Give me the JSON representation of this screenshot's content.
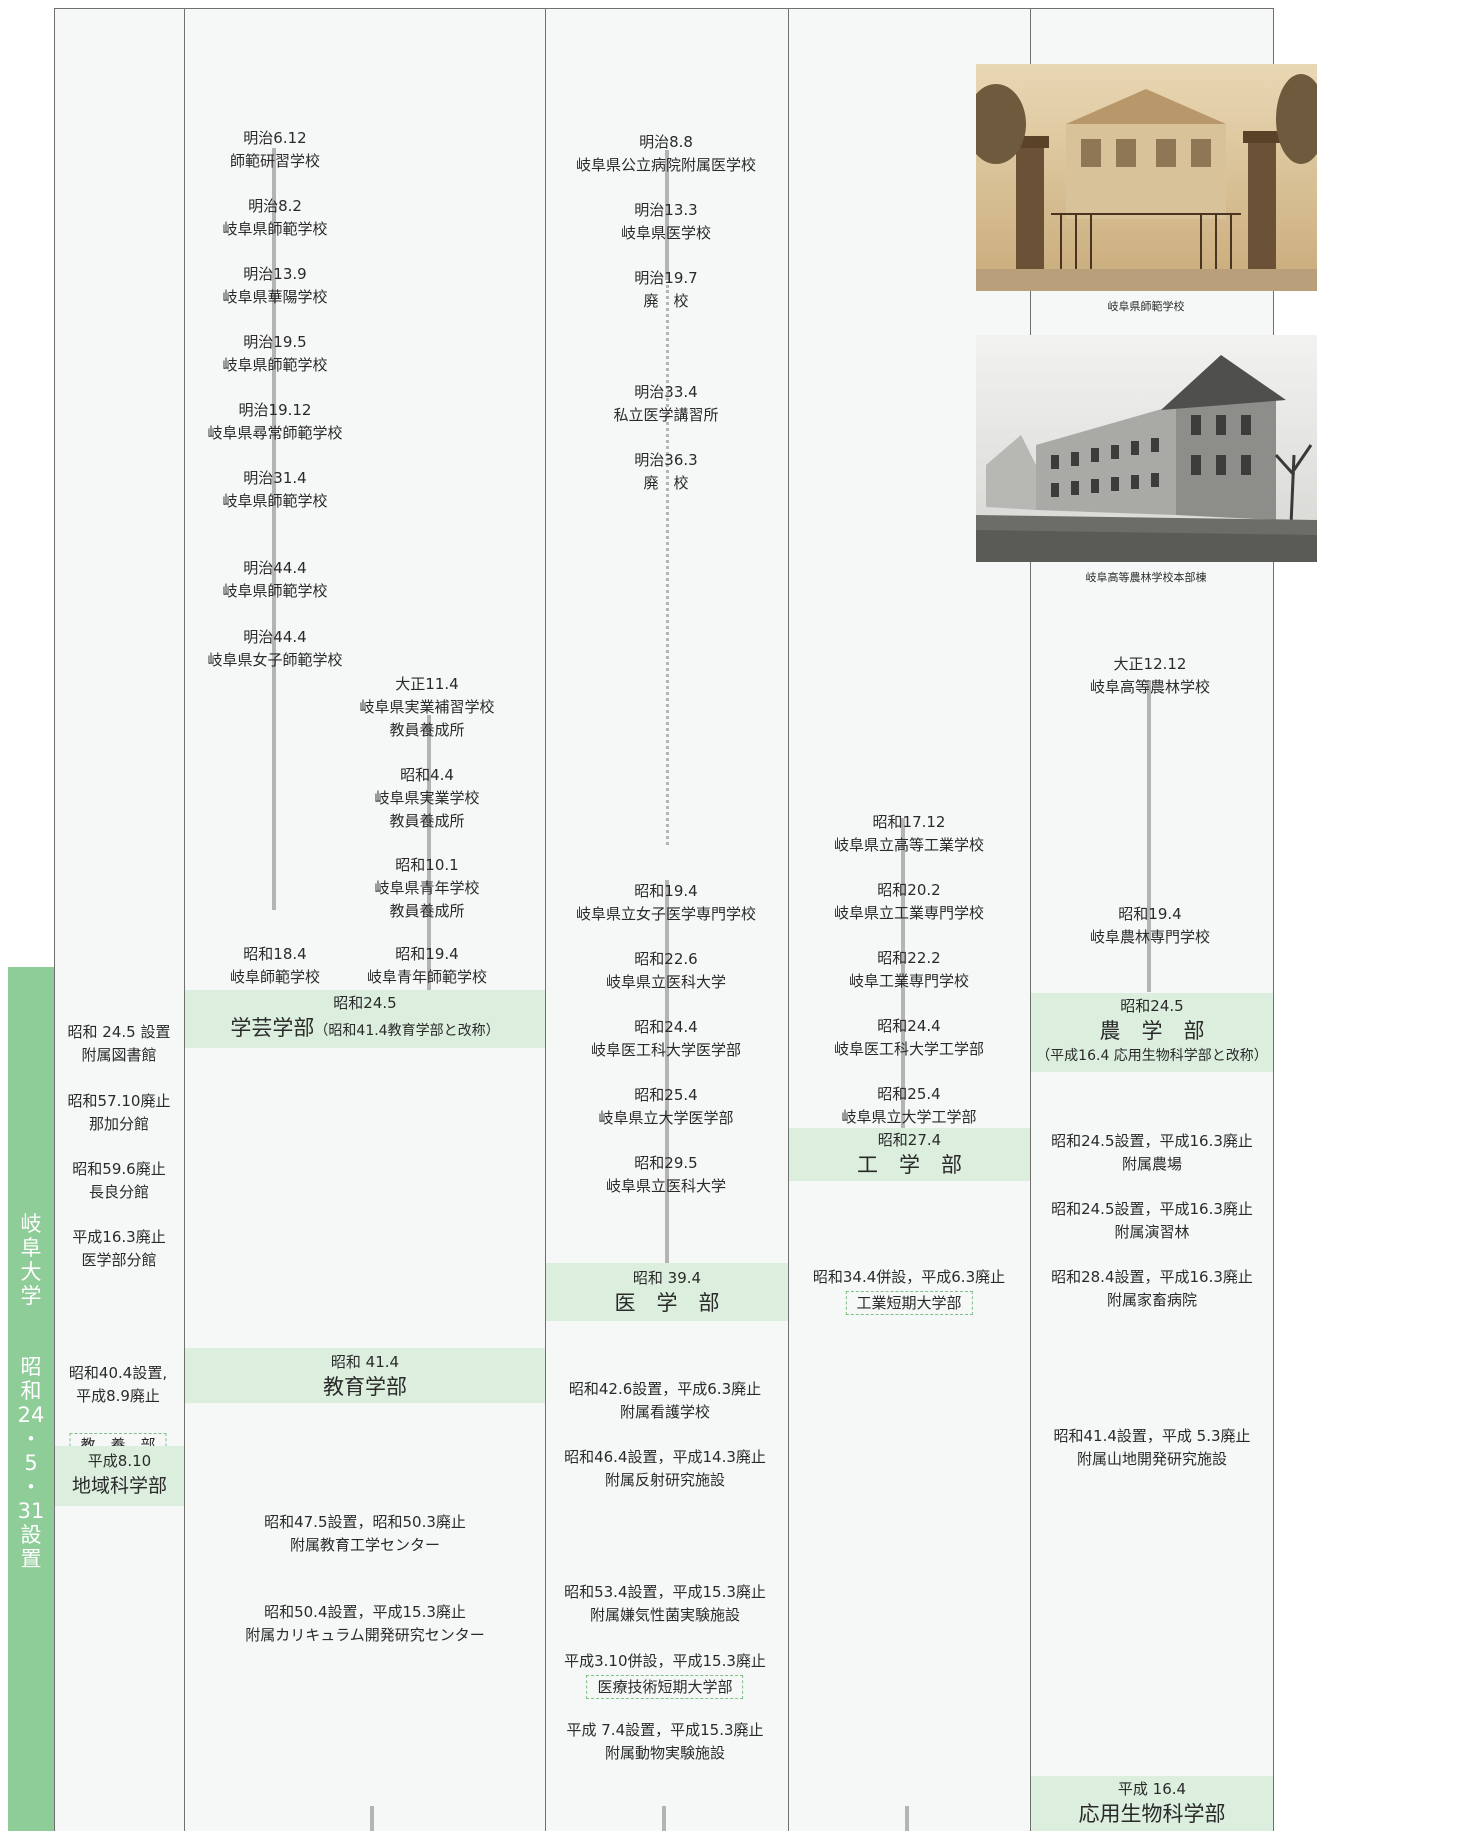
{
  "colors": {
    "band": "#dcefde",
    "sidebar": "#8ecc98",
    "line": "#b4b4b4",
    "column_bg": "#f5f8f6"
  },
  "sidebar": {
    "university": "岐\n阜\n大\n学",
    "established": "昭\n和\n24\n・\n5\n・\n31\n設\n置"
  },
  "library": {
    "items": [
      {
        "line1": "昭和 24.5 設置",
        "line2": "附属図書館"
      },
      {
        "line1": "昭和57.10廃止",
        "line2": "那加分館"
      },
      {
        "line1": "昭和59.6廃止",
        "line2": "長良分館"
      },
      {
        "line1": "平成16.3廃止",
        "line2": "医学部分館"
      }
    ],
    "kyoyo_date": "昭和40.4設置,\n平成8.9廃止",
    "kyoyo_name": "教　養　部",
    "chiiki_date": "平成8.10",
    "chiiki_name": "地域科学部"
  },
  "education": {
    "history": [
      {
        "date": "明治6.12",
        "name": "師範研習学校"
      },
      {
        "date": "明治8.2",
        "name": "岐阜県師範学校"
      },
      {
        "date": "明治13.9",
        "name": "岐阜県華陽学校"
      },
      {
        "date": "明治19.5",
        "name": "岐阜県師範学校"
      },
      {
        "date": "明治19.12",
        "name": "岐阜県尋常師範学校"
      },
      {
        "date": "明治31.4",
        "name": "岐阜県師範学校"
      },
      {
        "date": "明治44.4",
        "name": "岐阜県師範学校"
      },
      {
        "date": "明治44.4",
        "name": "岐阜県女子師範学校"
      },
      {
        "date": "昭和18.4",
        "name": "岐阜師範学校"
      }
    ],
    "youth": [
      {
        "date": "大正11.4",
        "name": "岐阜県実業補習学校",
        "name2": "教員養成所"
      },
      {
        "date": "昭和4.4",
        "name": "岐阜県実業学校",
        "name2": "教員養成所"
      },
      {
        "date": "昭和10.1",
        "name": "岐阜県青年学校",
        "name2": "教員養成所"
      },
      {
        "date": "昭和19.4",
        "name": "岐阜青年師範学校"
      }
    ],
    "band1_date": "昭和24.5",
    "band1_name": "学芸学部",
    "band1_note": "（昭和41.4教育学部と改称）",
    "band2_date": "昭和 41.4",
    "band2_name": "教育学部",
    "facilities": [
      {
        "line1": "昭和47.5設置，昭和50.3廃止",
        "line2": "附属教育工学センター"
      },
      {
        "line1": "昭和50.4設置，平成15.3廃止",
        "line2": "附属カリキュラム開発研究センター"
      }
    ]
  },
  "medicine": {
    "history": [
      {
        "date": "明治8.8",
        "name": "岐阜県公立病院附属医学校"
      },
      {
        "date": "明治13.3",
        "name": "岐阜県医学校"
      },
      {
        "date": "明治19.7",
        "name": "廃　校"
      },
      {
        "date": "明治33.4",
        "name": "私立医学講習所"
      },
      {
        "date": "明治36.3",
        "name": "廃　校"
      },
      {
        "date": "昭和19.4",
        "name": "岐阜県立女子医学専門学校"
      },
      {
        "date": "昭和22.6",
        "name": "岐阜県立医科大学"
      },
      {
        "date": "昭和24.4",
        "name": "岐阜医工科大学医学部"
      },
      {
        "date": "昭和25.4",
        "name": "岐阜県立大学医学部"
      },
      {
        "date": "昭和29.5",
        "name": "岐阜県立医科大学"
      }
    ],
    "band_date": "昭和 39.4",
    "band_name": "医　学　部",
    "facilities": [
      {
        "line1": "昭和42.6設置，平成6.3廃止",
        "line2": "附属看護学校"
      },
      {
        "line1": "昭和46.4設置，平成14.3廃止",
        "line2": "附属反射研究施設"
      },
      {
        "line1": "昭和53.4設置，平成15.3廃止",
        "line2": "附属嫌気性菌実験施設"
      },
      {
        "line1": "平成3.10併設，平成15.3廃止",
        "line2": "医療技術短期大学部"
      },
      {
        "line1": "平成 7.4設置，平成15.3廃止",
        "line2": "附属動物実験施設"
      }
    ]
  },
  "engineering": {
    "history": [
      {
        "date": "昭和17.12",
        "name": "岐阜県立高等工業学校"
      },
      {
        "date": "昭和20.2",
        "name": "岐阜県立工業専門学校"
      },
      {
        "date": "昭和22.2",
        "name": "岐阜工業専門学校"
      },
      {
        "date": "昭和24.4",
        "name": "岐阜医工科大学工学部"
      },
      {
        "date": "昭和25.4",
        "name": "岐阜県立大学工学部"
      }
    ],
    "band_date": "昭和27.4",
    "band_name": "工　学　部",
    "junior_line1": "昭和34.4併設，平成6.3廃止",
    "junior_line2": "工業短期大学部"
  },
  "agriculture": {
    "photo1_caption": "岐阜県師範学校",
    "photo2_caption": "岐阜高等農林学校本部棟",
    "history": [
      {
        "date": "大正12.12",
        "name": "岐阜高等農林学校"
      },
      {
        "date": "昭和19.4",
        "name": "岐阜農林専門学校"
      }
    ],
    "band_date": "昭和24.5",
    "band_name": "農　学　部",
    "band_note": "（平成16.4 応用生物科学部と改称）",
    "facilities": [
      {
        "line1": "昭和24.5設置，平成16.3廃止",
        "line2": "附属農場"
      },
      {
        "line1": "昭和24.5設置，平成16.3廃止",
        "line2": "附属演習林"
      },
      {
        "line1": "昭和28.4設置，平成16.3廃止",
        "line2": "附属家畜病院"
      },
      {
        "line1": "昭和41.4設置，平成 5.3廃止",
        "line2": "附属山地開発研究施設"
      }
    ],
    "band2_date": "平成 16.4",
    "band2_name": "応用生物科学部"
  }
}
